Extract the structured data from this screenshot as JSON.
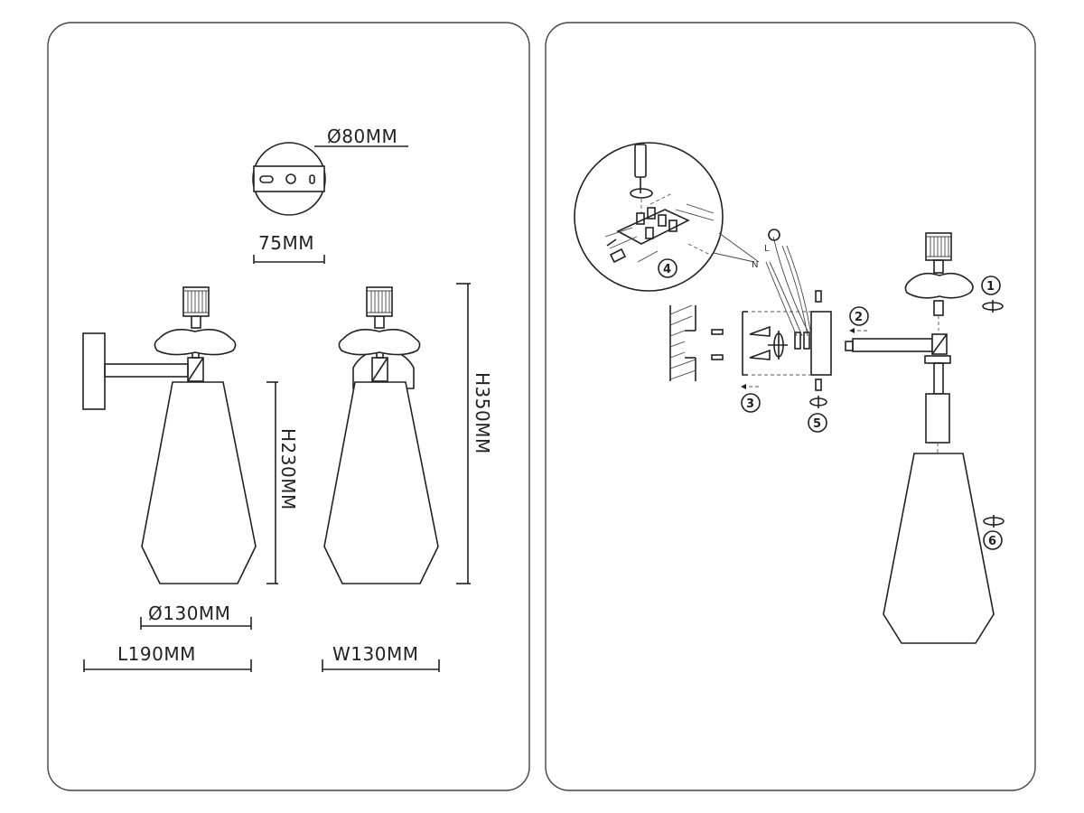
{
  "dimensions": {
    "base_diameter": "Ø80MM",
    "base_mount": "75MM",
    "height_shade": "H230MM",
    "height_total": "H350MM",
    "shade_diameter": "Ø130MM",
    "length": "L190MM",
    "width": "W130MM"
  },
  "steps": [
    "1",
    "2",
    "3",
    "4",
    "5",
    "6"
  ],
  "wire_labels": {
    "neutral": "N",
    "live": "L"
  },
  "colors": {
    "line": "#222222",
    "panel_border": "#444444",
    "background": "#ffffff"
  }
}
